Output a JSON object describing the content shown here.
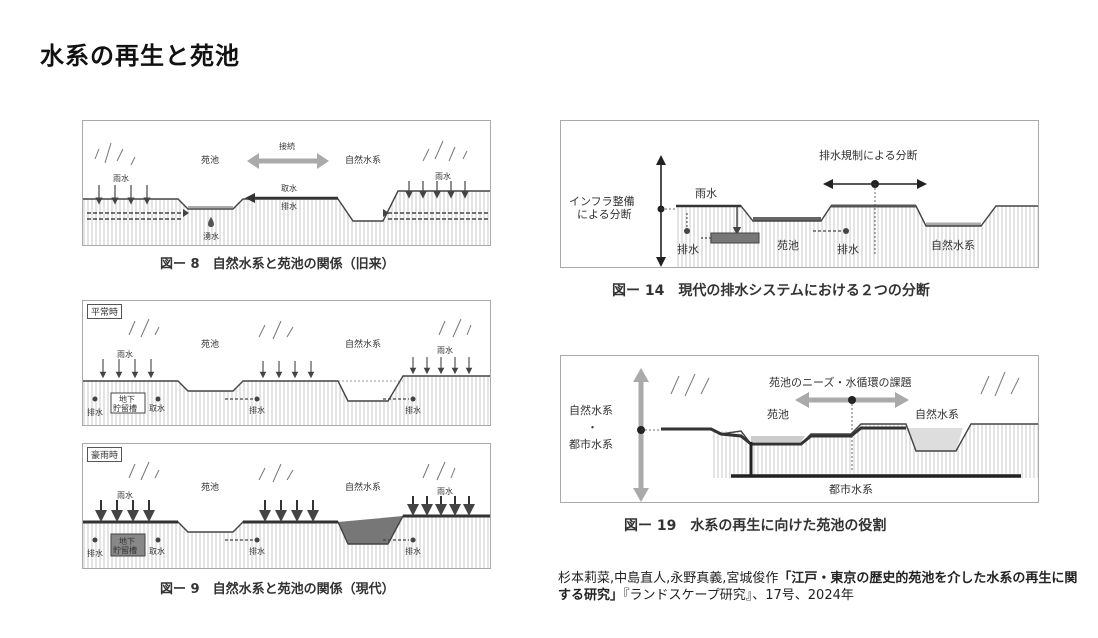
{
  "title": "水系の再生と苑池",
  "fig8": {
    "caption": "図ー 8　自然水系と苑池の関係（旧来）",
    "labels": {
      "pond": "苑池",
      "connect": "接続",
      "natural": "自然水系",
      "rain_l": "雨水",
      "rain_r": "雨水",
      "intake": "取水",
      "drain": "排水",
      "spring": "湧水"
    }
  },
  "fig9": {
    "caption": "図ー 9　自然水系と苑池の関係（現代）",
    "normal": {
      "tag": "平常時",
      "pond": "苑池",
      "natural": "自然水系",
      "rain_l": "雨水",
      "rain_r": "雨水",
      "drain_l": "排水",
      "tank": "地下",
      "tank2": "貯留槽",
      "intake": "取水",
      "drain_m": "排水",
      "drain_r": "排水"
    },
    "heavy": {
      "tag": "豪雨時",
      "pond": "苑池",
      "natural": "自然水系",
      "rain_l": "雨水",
      "rain_r": "雨水",
      "drain_l": "排水",
      "tank": "地下",
      "tank2": "貯留槽",
      "intake": "取水",
      "drain_m": "排水",
      "drain_r": "排水"
    }
  },
  "fig14": {
    "caption": "図ー 14　現代の排水システムにおける２つの分断",
    "labels": {
      "split_h": "排水規制による分断",
      "infra1": "インフラ整備",
      "infra2": "による分断",
      "rain": "雨水",
      "drain1": "排水",
      "pond": "苑池",
      "drain2": "排水",
      "natural": "自然水系"
    }
  },
  "fig19": {
    "caption": "図ー 19　水系の再生に向けた苑池の役割",
    "labels": {
      "issue": "苑池のニーズ・水循環の課題",
      "nat": "自然水系",
      "dot": "・",
      "urban": "都市水系",
      "pond": "苑池",
      "natural": "自然水系",
      "urban_bottom": "都市水系"
    }
  },
  "citation": {
    "authors": "杉本莉菜,中島直人,永野真義,宮城俊作",
    "title": "「江戸・東京の歴史的苑池を介した水系の再生に関する研究」",
    "journal": "『ランドスケープ研究』、17号、2024年"
  }
}
